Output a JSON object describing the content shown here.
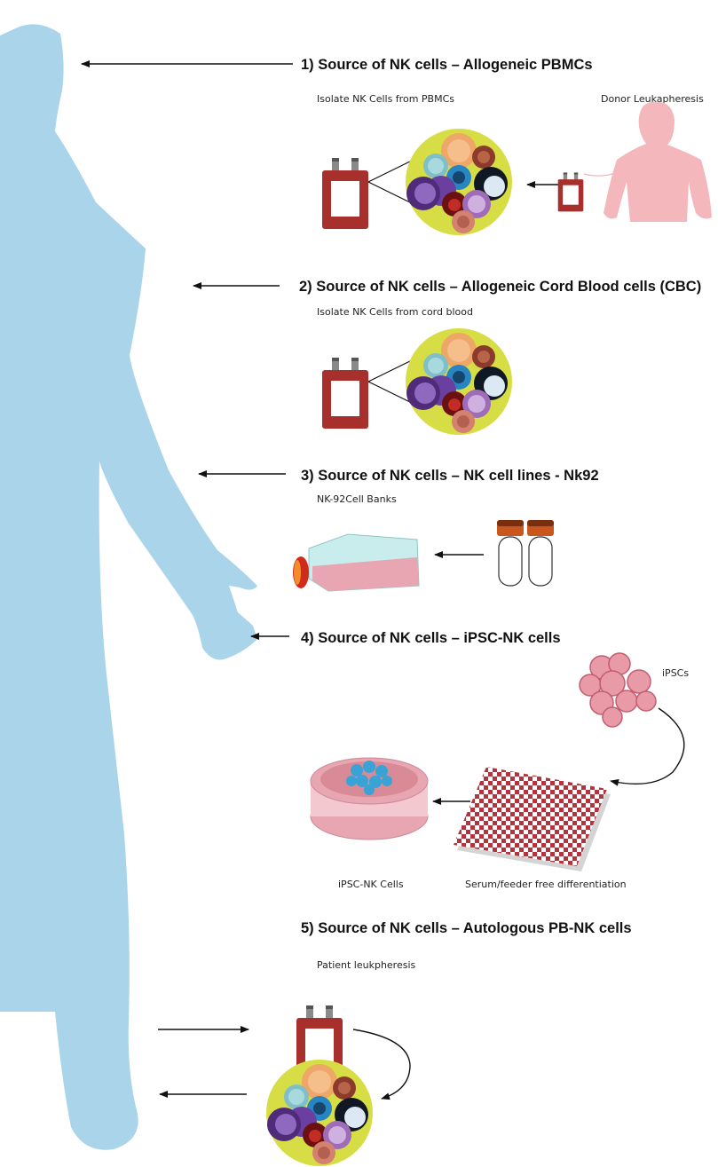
{
  "sections": [
    {
      "heading": "1) Source of NK cells – Allogeneic PBMCs",
      "label_left": "Isolate NK Cells from PBMCs",
      "label_right": "Donor Leukapheresis"
    },
    {
      "heading": "2) Source of NK cells – Allogeneic Cord Blood cells (CBC)",
      "label_left": "Isolate NK Cells from cord blood"
    },
    {
      "heading": "3) Source of NK cells – NK cell lines - Nk92",
      "label_left": "NK-92Cell Banks"
    },
    {
      "heading": "4) Source of NK cells – iPSC-NK cells",
      "label_ipsc": "iPSCs",
      "label_dish": "iPSC-NK Cells",
      "label_plate": "Serum/feeder free differentiation"
    },
    {
      "heading": "5) Source of NK cells – Autologous PB-NK cells",
      "label_left": "Patient leukpheresis"
    }
  ],
  "colors": {
    "body": "#a9d4ea",
    "donor": "#f4b8bc",
    "bag": "#a8302c",
    "circle": "#d7dd45",
    "ipsc": "#e89aa6",
    "flask": "#e7a6b1",
    "checker": "#b3343c"
  }
}
